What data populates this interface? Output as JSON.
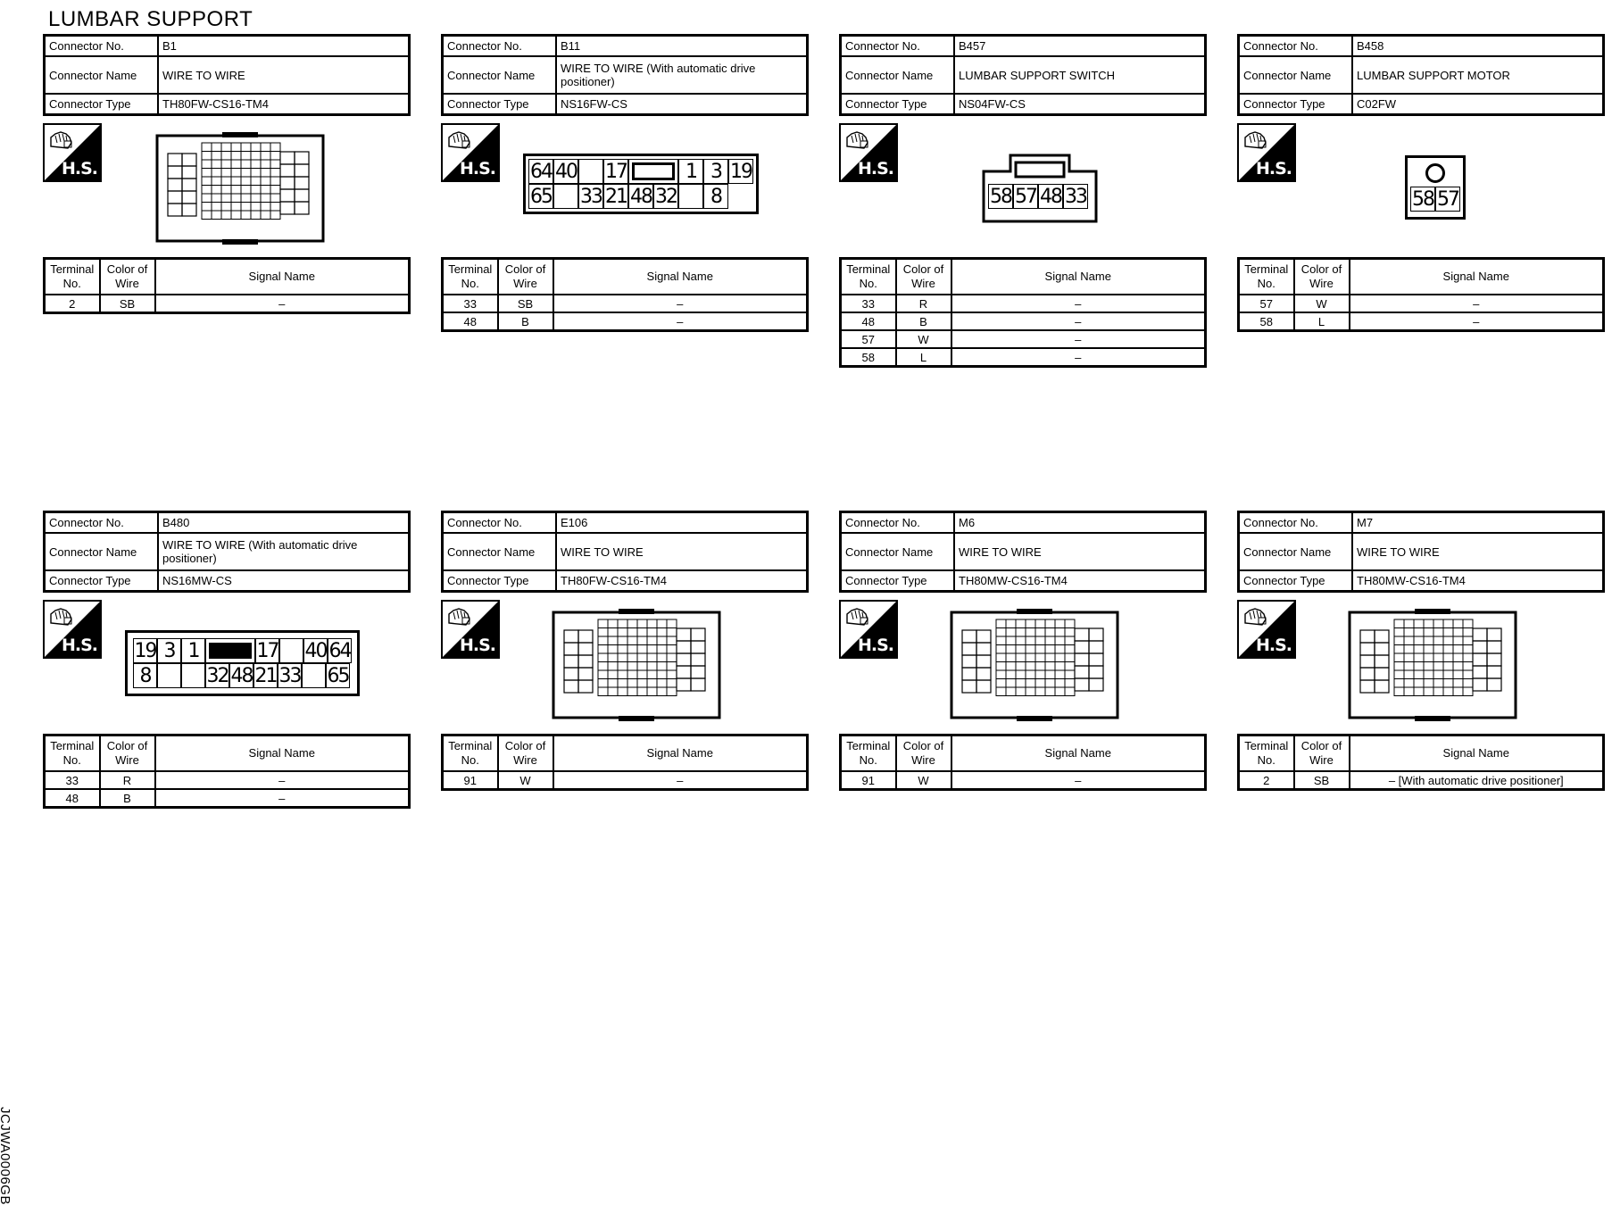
{
  "page_title": "LUMBAR SUPPORT",
  "side_code": "JCJWA0006GB",
  "labels": {
    "connector_no": "Connector No.",
    "connector_name": "Connector Name",
    "connector_type": "Connector Type",
    "terminal_no": "Terminal No.",
    "color_of_wire": "Color of Wire",
    "signal_name": "Signal Name",
    "hs": "H.S."
  },
  "connectors": [
    {
      "no": "B1",
      "name": "WIRE TO WIRE",
      "type": "TH80FW-CS16-TM4",
      "terminals": [
        {
          "no": "2",
          "color": "SB",
          "signal": "–"
        }
      ]
    },
    {
      "no": "B11",
      "name": "WIRE TO WIRE (With automatic drive positioner)",
      "type": "NS16FW-CS",
      "pins_top": [
        "64",
        "40",
        "",
        "17",
        "■",
        "1",
        "3",
        "19"
      ],
      "pins_bottom": [
        "65",
        "",
        "33",
        "21",
        "48",
        "32",
        "",
        "8"
      ],
      "terminals": [
        {
          "no": "33",
          "color": "SB",
          "signal": "–"
        },
        {
          "no": "48",
          "color": "B",
          "signal": "–"
        }
      ]
    },
    {
      "no": "B457",
      "name": "LUMBAR SUPPORT SWITCH",
      "type": "NS04FW-CS",
      "pins_bottom": [
        "58",
        "57",
        "48",
        "33"
      ],
      "terminals": [
        {
          "no": "33",
          "color": "R",
          "signal": "–"
        },
        {
          "no": "48",
          "color": "B",
          "signal": "–"
        },
        {
          "no": "57",
          "color": "W",
          "signal": "–"
        },
        {
          "no": "58",
          "color": "L",
          "signal": "–"
        }
      ]
    },
    {
      "no": "B458",
      "name": "LUMBAR SUPPORT MOTOR",
      "type": "C02FW",
      "pins_bottom": [
        "58",
        "57"
      ],
      "terminals": [
        {
          "no": "57",
          "color": "W",
          "signal": "–"
        },
        {
          "no": "58",
          "color": "L",
          "signal": "–"
        }
      ]
    },
    {
      "no": "B480",
      "name": "WIRE TO WIRE (With automatic drive positioner)",
      "type": "NS16MW-CS",
      "pins_top": [
        "19",
        "3",
        "1",
        "■",
        "17",
        "",
        "40",
        "64"
      ],
      "pins_bottom": [
        "8",
        "",
        "",
        "32",
        "48",
        "21",
        "33",
        "",
        "65"
      ],
      "terminals": [
        {
          "no": "33",
          "color": "R",
          "signal": "–"
        },
        {
          "no": "48",
          "color": "B",
          "signal": "–"
        }
      ]
    },
    {
      "no": "E106",
      "name": "WIRE TO WIRE",
      "type": "TH80FW-CS16-TM4",
      "terminals": [
        {
          "no": "91",
          "color": "W",
          "signal": "–"
        }
      ]
    },
    {
      "no": "M6",
      "name": "WIRE TO WIRE",
      "type": "TH80MW-CS16-TM4",
      "terminals": [
        {
          "no": "91",
          "color": "W",
          "signal": "–"
        }
      ]
    },
    {
      "no": "M7",
      "name": "WIRE TO WIRE",
      "type": "TH80MW-CS16-TM4",
      "terminals": [
        {
          "no": "2",
          "color": "SB",
          "signal": "– [With automatic drive positioner]"
        }
      ]
    }
  ]
}
